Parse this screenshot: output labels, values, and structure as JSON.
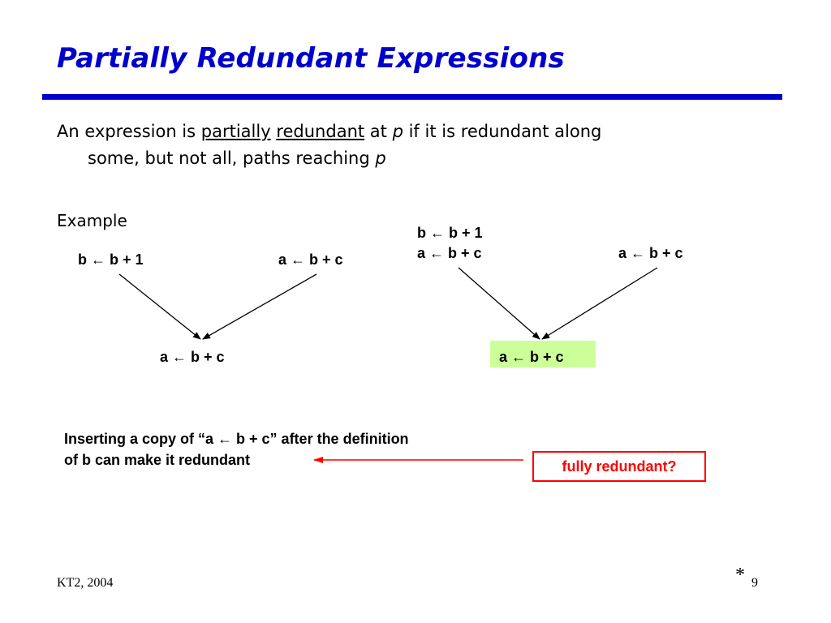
{
  "slide": {
    "title": "Partially Redundant Expressions",
    "definition": {
      "part1": "An expression is ",
      "partially": "partially",
      "space": " ",
      "redundant": "redundant",
      "part2": " at ",
      "p1": "p",
      "part3": " if it is redundant along",
      "line2": "some, but not all, paths reaching ",
      "p2": "p"
    },
    "example_label": "Example",
    "left_graph": {
      "top_left": "b ← b + 1",
      "top_right": "a ← b + c",
      "bottom": "a ← b + c"
    },
    "right_graph": {
      "top_left_line1": "b ← b + 1",
      "top_left_line2": "a ← b + c",
      "top_right": "a ← b + c",
      "bottom": "a ← b + c"
    },
    "note_line1": "Inserting a copy of “a ← b + c” after the definition",
    "note_line2": "of b can make it redundant",
    "callout": "fully redundant?",
    "footer_left": "KT2, 2004",
    "footer_star": "*",
    "footer_page": "9",
    "colors": {
      "title": "#0000cc",
      "rule": "#0000cc",
      "highlight": "#ccff99",
      "callout": "#ff0000"
    }
  }
}
